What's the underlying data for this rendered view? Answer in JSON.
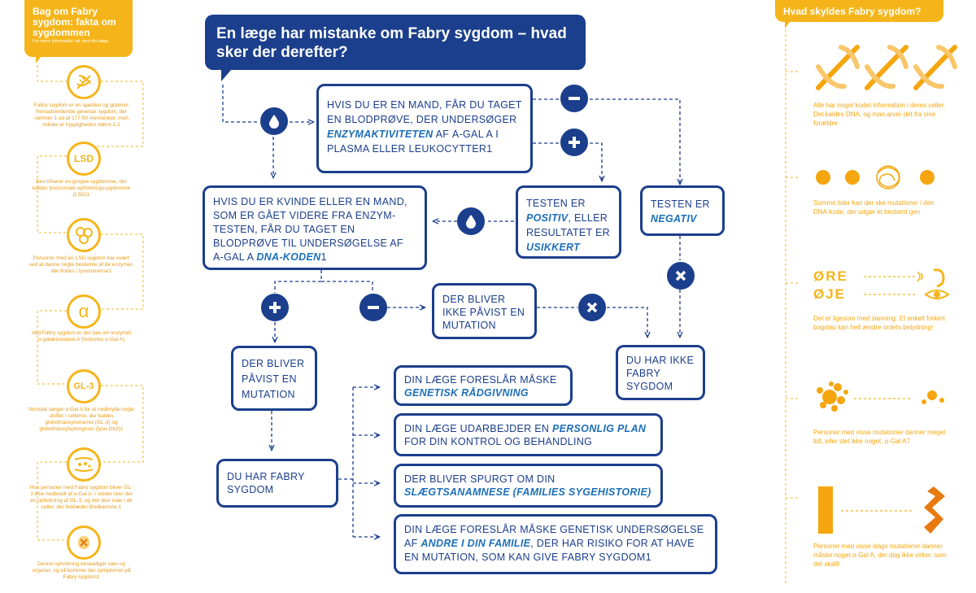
{
  "left": {
    "title": "Bag om Fabry sygdom: fakta om sygdommen",
    "subtitle": "For mere information tal med din læge.",
    "items": [
      {
        "icon": "dna-icon",
        "text": "Fabry sygdom er en sjælden og gradvist fremadskridende genetisk sygdom, der rammer 1 ud af 177.00 mennesker, men måske er hyppigheden større.1,2"
      },
      {
        "icon_label": "LSD",
        "text_pre": "Den tilhører en gruppe sygdomme, der kaldes ",
        "text_em": "lysosomale ophobningssygdomme",
        "text_post": " (LSD)1"
      },
      {
        "icon": "cells-icon",
        "text": "Personer med en LSD sygdom har svært ved at danne nogle bestemte af de enzymer, der findes i lysosomerne1"
      },
      {
        "icon_label": "α",
        "text": "Ved Fabry sygdom er der tale om enzymet α-galaktosidase A (forkortes α-Gal A)"
      },
      {
        "icon_label": "GL-3",
        "text": "Normalt sørger α-Gal A for at nedbryde nogle stoffer i cellerne, der kaldes globotriaosylceramid (GL-3) og globotriaosylsphingosin (lyso-Gb3)1"
      },
      {
        "icon": "vessel-icon",
        "text": "Hos personer med Fabry sygdom bliver GL-3 ikke nedbrudt af α-Gal A. I stedet sker der en ophobning af GL-3, og det sker især i de celler, der beklæder blodkarrene.1"
      },
      {
        "icon": "organ-damage-icon",
        "text": "Denne ophobning beskadiger væv og organer, og så kommer der symptomer på Fabry sygdom1"
      }
    ]
  },
  "header": {
    "title": "En læge har mistanke om Fabry sygdom – hvad sker der derefter?"
  },
  "flow": {
    "box_blood_male": {
      "pre": "Hvis du er en mand, får du taget en blodprøve, der undersøger ",
      "em": "enzymaktiviteten",
      "post": " af α-Gal A i plasma eller leukocytter1"
    },
    "box_positive": {
      "l1": "Testen er ",
      "em1": "positiv",
      "l2": ", eller resultatet er ",
      "em2": "usikkert"
    },
    "box_negative": {
      "l1": "Testen er ",
      "em1": "negativ"
    },
    "box_dna": {
      "pre": "Hvis du er kvinde eller en mand, som er gået videre fra enzym-testen, får du taget en blodprøve til undersøgelse af α-Gal A ",
      "em": "DNA-koden",
      "post": "1"
    },
    "box_no_mutation": "Der bliver ikke påvist en mutation",
    "box_mutation": "Der bliver påvist en mutation",
    "box_no_fabry": "Du har ikke Fabry sygdom",
    "box_fabry": "Du har Fabry sygdom",
    "box_counsel": {
      "l1": "Din læge foreslår måske ",
      "em1": "genetisk rådgivning"
    },
    "box_plan": {
      "l1": "Din læge udarbejder en ",
      "em1": "personlig plan",
      "l2": " for din kontrol og behandling"
    },
    "box_history": {
      "l1": "Der bliver spurgt om din ",
      "em1": "slægtsanamnese (families sygehistorie)"
    },
    "box_family": {
      "l1": "Din læge foreslår måske genetisk undersøgelse af ",
      "em1": "andre i din familie",
      "l2": ", der har risiko for at have en mutation, som kan give Fabry sygdom1"
    }
  },
  "right": {
    "title": "Hvad skyldes Fabry sygdom?",
    "items": [
      {
        "text": "Alle har noget kodet information i deres celler. Det kaldes DNA, og man arver det fra sine forældre."
      },
      {
        "text": "Somme tider kan der ske mutationer i den DNA-kode, der udgør et bestemt gen"
      },
      {
        "word1": "ØRE",
        "word2": "ØJE",
        "text": "Det er ligesom med stavning. Et enkelt forkert bogstav kan helt ændre ordets betydning!"
      },
      {
        "text": "Personer med visse mutationer danner meget lidt, eller slet ikke noget, α-Gal A7"
      },
      {
        "text": "Personer med visse slags mutationer danner måske noget α-Gal A, der dog ikke virker, som det skal8"
      }
    ]
  },
  "colors": {
    "navy": "#1b3f8c",
    "accent_blue": "#1d6fb8",
    "orange": "#f5b51a"
  }
}
